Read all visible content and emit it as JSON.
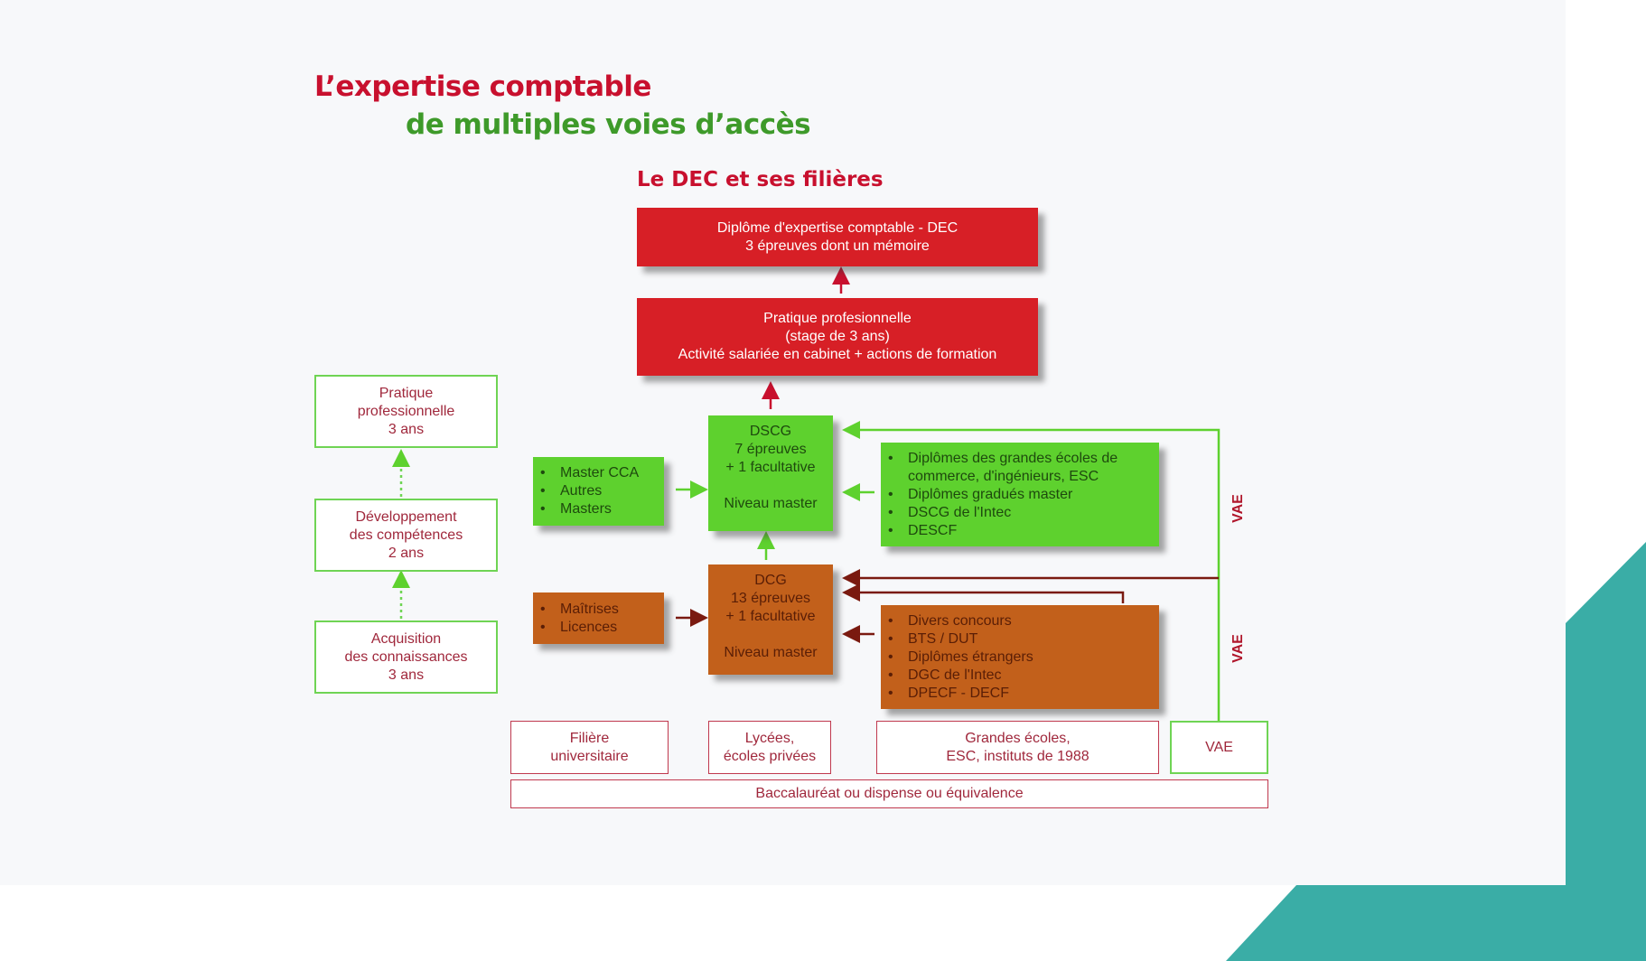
{
  "title_line1": "L’expertise comptable",
  "title_line2": "de multiples voies d’accès",
  "subtitle": "Le DEC et ses filières",
  "dec": {
    "line1": "Diplôme d'expertise comptable - DEC",
    "line2": "3 épreuves dont un mémoire"
  },
  "pratique_pro": {
    "line1": "Pratique profesionnelle",
    "line2": "(stage de 3 ans)",
    "line3": "Activité salariée en cabinet + actions de formation"
  },
  "dscg": {
    "line1": "DSCG",
    "line2": "7 épreuves",
    "line3": "+ 1 facultative",
    "line4": "Niveau master"
  },
  "dcg": {
    "line1": "DCG",
    "line2": "13 épreuves",
    "line3": "+ 1 facultative",
    "line4": "Niveau master"
  },
  "master_box": [
    "Master CCA",
    "Autres",
    "Masters"
  ],
  "maitrises_box": [
    "Maîtrises",
    "Licences"
  ],
  "green_right_box": [
    "Diplômes des grandes écoles de commerce, d'ingénieurs, ESC",
    "Diplômes gradués master",
    "DSCG de l'Intec",
    "DESCF"
  ],
  "brown_right_box": [
    "Divers concours",
    "BTS / DUT",
    "Diplômes étrangers",
    "DGC de l'Intec",
    "DPECF - DECF"
  ],
  "left_column": {
    "pratique": [
      "Pratique",
      "professionnelle",
      "3 ans"
    ],
    "developpement": [
      "Développement",
      "des compétences",
      "2 ans"
    ],
    "acquisition": [
      "Acquisition",
      "des connaissances",
      "3 ans"
    ]
  },
  "bottom": {
    "filiere": [
      "Filière",
      "universitaire"
    ],
    "lycees": [
      "Lycées,",
      "écoles privées"
    ],
    "grandes_ecoles": [
      "Grandes écoles,",
      "ESC, instituts de 1988"
    ],
    "vae": "VAE",
    "bac": "Baccalauréat ou dispense ou équivalence"
  },
  "vae_label_upper": "VAE",
  "vae_label_lower": "VAE",
  "colors": {
    "red": "#d71f26",
    "green": "#5ed12e",
    "brown": "#c2601b",
    "teal": "#3aada6",
    "title_red": "#c8102e",
    "title_green": "#3e9a2a"
  }
}
